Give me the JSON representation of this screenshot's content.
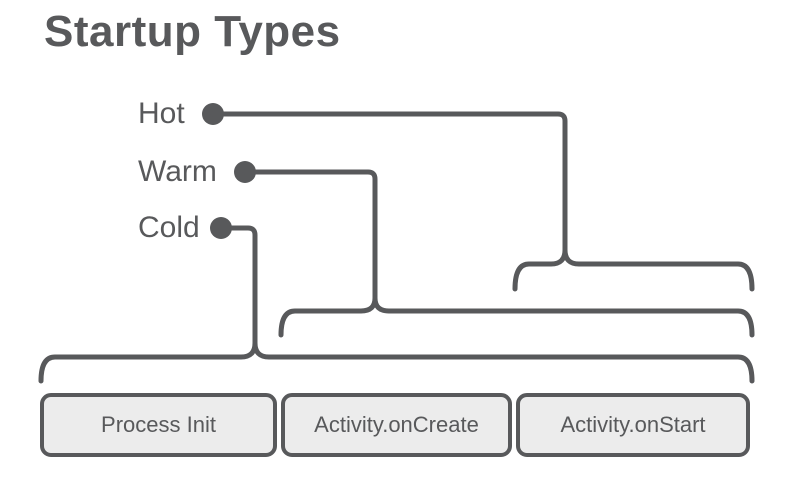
{
  "title": "Startup Types",
  "colors": {
    "stroke": "#58595b",
    "text": "#58595b",
    "box_fill": "#ececec",
    "background": "#ffffff"
  },
  "startup_types": [
    {
      "label": "Hot",
      "covers": [
        "Activity.onStart"
      ]
    },
    {
      "label": "Warm",
      "covers": [
        "Activity.onCreate",
        "Activity.onStart"
      ]
    },
    {
      "label": "Cold",
      "covers": [
        "Process Init",
        "Activity.onCreate",
        "Activity.onStart"
      ]
    }
  ],
  "stages": [
    {
      "label": "Process Init"
    },
    {
      "label": "Activity.onCreate"
    },
    {
      "label": "Activity.onStart"
    }
  ]
}
